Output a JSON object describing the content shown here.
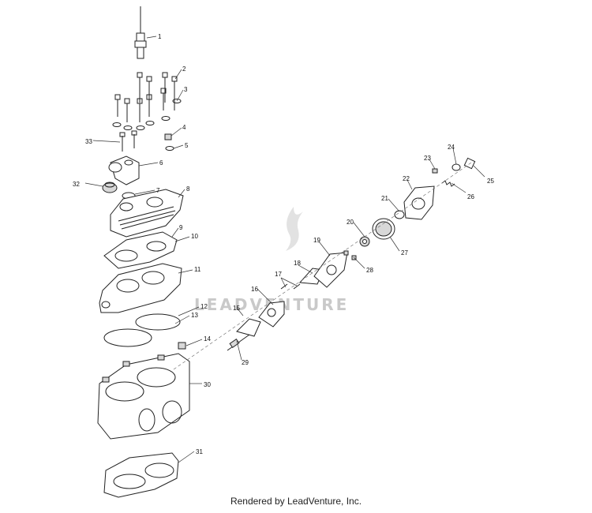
{
  "watermark": "LEADVENTURE",
  "footer": "Rendered by LeadVenture, Inc.",
  "callouts": [
    "1",
    "2",
    "3",
    "4",
    "5",
    "6",
    "7",
    "8",
    "9",
    "10",
    "11",
    "12",
    "13",
    "14",
    "15",
    "16",
    "17",
    "18",
    "19",
    "20",
    "21",
    "22",
    "23",
    "24",
    "25",
    "26",
    "27",
    "28",
    "29",
    "30",
    "31",
    "32",
    "33"
  ]
}
